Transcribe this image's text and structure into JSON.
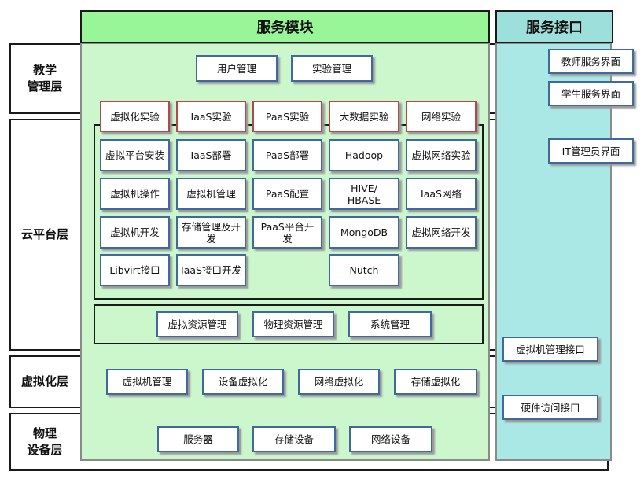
{
  "headers": {
    "service_modules": "服务模块",
    "service_interfaces": "服务接口"
  },
  "layers": {
    "teaching": "教学\n管理层",
    "cloud": "云平台层",
    "virtualization": "虚拟化层",
    "physical": "物理\n设备层"
  },
  "teaching_modules": [
    "用户管理",
    "实验管理"
  ],
  "experiment_categories": [
    "虚拟化实验",
    "IaaS实验",
    "PaaS实验",
    "大数据实验",
    "网络实验"
  ],
  "cloud_grid": {
    "col1": [
      "虚拟平台安装",
      "虚拟机操作",
      "虚拟机开发",
      "Libvirt接口"
    ],
    "col2": [
      "IaaS部署",
      "虚拟机管理",
      "存储管理及开发",
      "IaaS接口开发"
    ],
    "col3": [
      "PaaS部署",
      "PaaS配置",
      "PaaS平台开发"
    ],
    "col4": [
      "Hadoop",
      "HIVE/\nHBASE",
      "MongoDB",
      "Nutch"
    ],
    "col5": [
      "虚拟网络实验",
      "IaaS网络",
      "虚拟网络开发"
    ]
  },
  "resource_management": [
    "虚拟资源管理",
    "物理资源管理",
    "系统管理"
  ],
  "virtualization_modules": [
    "虚拟机管理",
    "设备虚拟化",
    "网络虚拟化",
    "存储虚拟化"
  ],
  "physical_devices": [
    "服务器",
    "存储设备",
    "网络设备"
  ],
  "interfaces": {
    "teacher": "教师服务界面",
    "student": "学生服务界面",
    "it_admin": "IT管理员界面",
    "vm_mgmt": "虚拟机管理接口",
    "hardware": "硬件访问接口"
  }
}
